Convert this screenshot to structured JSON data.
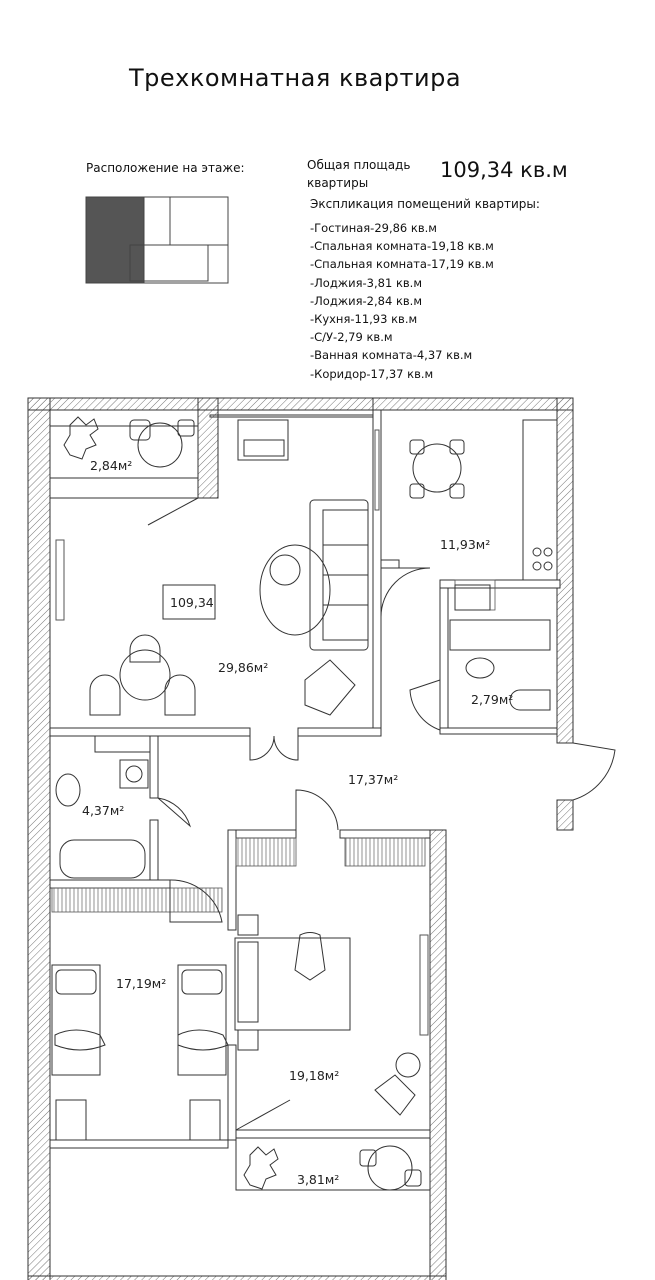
{
  "header": {
    "title": "Трехкомнатная квартира"
  },
  "floor_position": {
    "label": "Расположение на этаже:"
  },
  "total_area": {
    "label": "Общая площадь квартиры",
    "value": "109,34 кв.м"
  },
  "explication": {
    "title": "Экспликация помещений квартиры:",
    "items": [
      "-Гостиная-29,86 кв.м",
      "-Спальная комната-19,18 кв.м",
      "-Спальная комната-17,19 кв.м",
      "-Лоджия-3,81 кв.м",
      "-Лоджия-2,84 кв.м",
      "-Кухня-11,93 кв.м",
      "-С/У-2,79 кв.м",
      "-Ванная комната-4,37 кв.м",
      "-Коридор-17,37 кв.м"
    ]
  },
  "plan": {
    "center_area": "109,34",
    "rooms": {
      "loggia_top": "2,84м²",
      "living": "29,86м²",
      "kitchen": "11,93м²",
      "wc": "2,79м²",
      "bath": "4,37м²",
      "corridor": "17,37м²",
      "bedroom_left": "17,19м²",
      "bedroom_right": "19,18м²",
      "loggia_bottom": "3,81м²"
    }
  }
}
